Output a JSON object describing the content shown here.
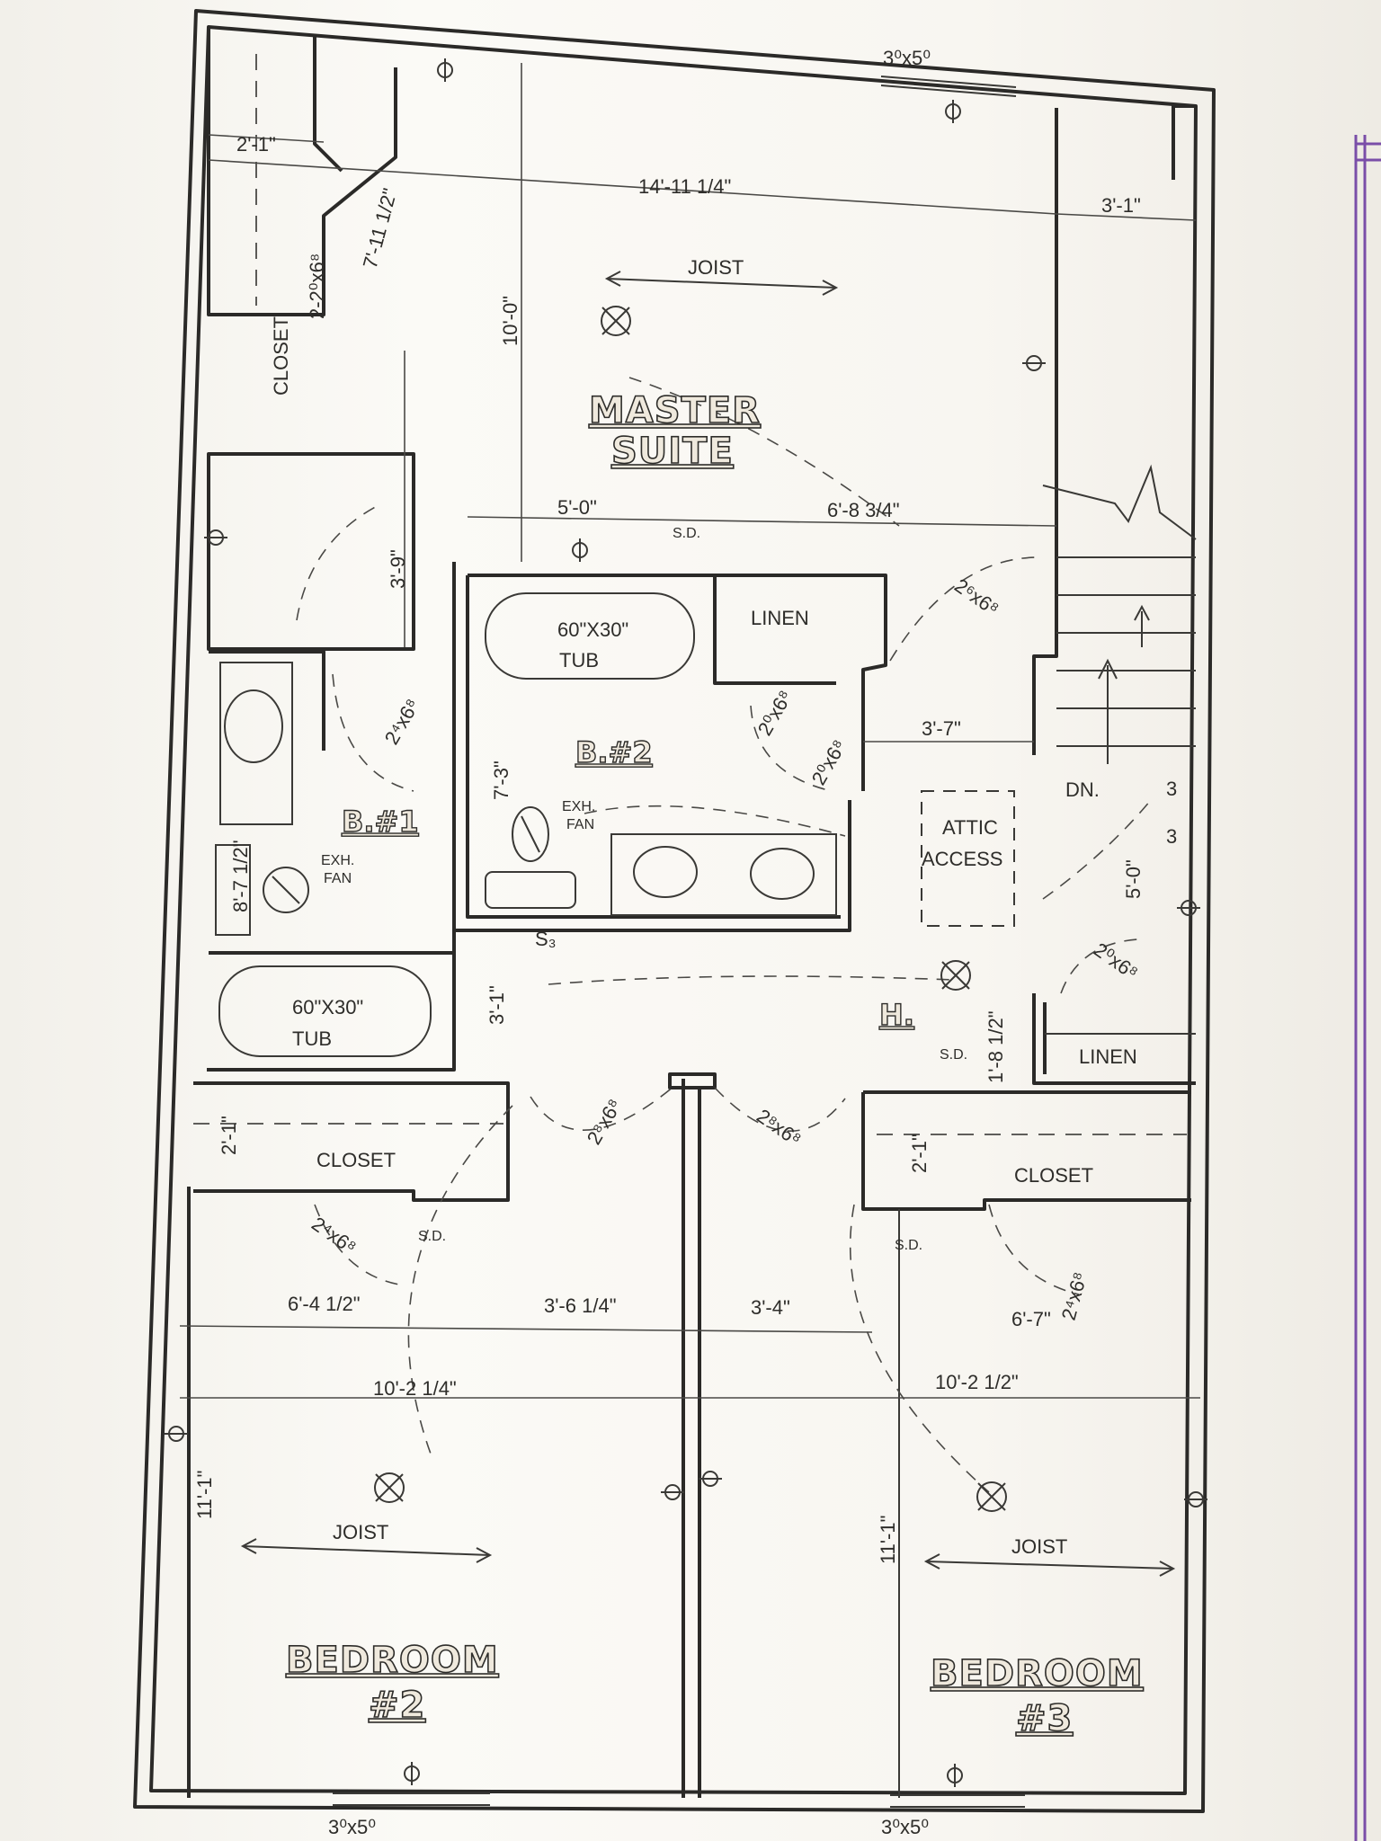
{
  "plan": {
    "window_top": "3⁰x5⁰",
    "window_bottom": "3⁰x5⁰",
    "joist": "JOIST",
    "sd": "S.D.",
    "rooms": {
      "master_1": "MASTER",
      "master_2": "SUITE",
      "b1": "B.#1",
      "b2": "B.#2",
      "hall": "H.",
      "bed2_1": "BEDROOM",
      "bed2_2": "#2",
      "bed3_1": "BEDROOM",
      "bed3_2": "#3"
    },
    "fixtures": {
      "tub_size": "60\"X30\"",
      "tub": "TUB",
      "linen": "LINEN",
      "exh": "EXH.",
      "fan": "FAN",
      "dn": "DN.",
      "attic": "ATTIC",
      "access": "ACCESS",
      "closet": "CLOSET",
      "switch3": "S₃",
      "three": "3"
    },
    "dims": {
      "master_width": "14'-11 1/4\"",
      "stair_width": "3'-1\"",
      "closet_depth": "2'-1\"",
      "closet_length": "7'-11 1/2\"",
      "master_depth": "10'-0\"",
      "bath_width": "5'-0\"",
      "hall_width": "6'-8 3/4\"",
      "landing": "3'-7\"",
      "b1_depth": "3'-9\"",
      "b2_depth": "7'-3\"",
      "b1_vanity": "8'-7 1/2\"",
      "hall_depth": "3'-1\"",
      "hall_length": "5'-0\"",
      "linen_depth": "1'-8 1/2\"",
      "closet_depth_b": "2'-1\"",
      "bed2_closet": "6'-4 1/2\"",
      "hall_a": "3'-6 1/4\"",
      "hall_b": "3'-4\"",
      "bed3_closet": "6'-7\"",
      "bed2_width": "10'-2 1/4\"",
      "bed3_width": "10'-2 1/2\"",
      "bed_depth": "11'-1\""
    },
    "doors": {
      "master_closet": "2-2⁰x6⁸",
      "b1": "2⁴x6⁸",
      "master": "2⁶x6⁸",
      "linen": "2⁰x6⁸",
      "b2": "2⁰x6⁸",
      "hall_linen": "2⁰x6⁸",
      "bed2": "2⁸x6⁸",
      "bed3": "2⁸x6⁸",
      "bed2_closet": "2⁴x6⁸",
      "bed3_closet": "2⁴x6⁸"
    }
  }
}
